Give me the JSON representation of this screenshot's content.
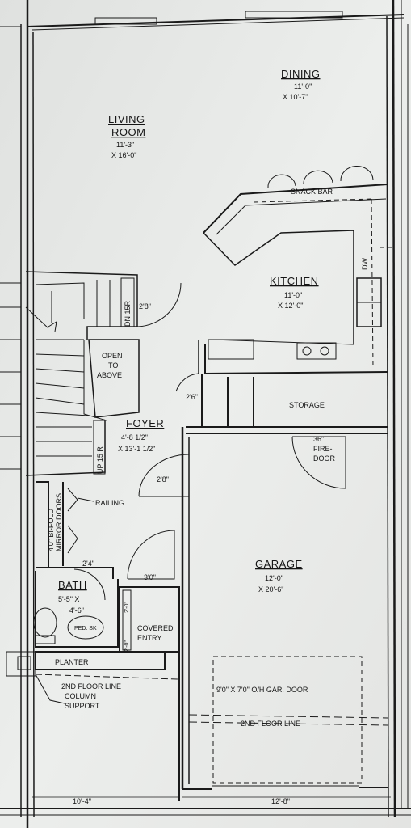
{
  "rooms": {
    "dining": {
      "name": "DINING",
      "dim1": "11'-0\"",
      "dim2": "X 10'-7\""
    },
    "living": {
      "name": "LIVING",
      "name2": "ROOM",
      "dim1": "11'-3\"",
      "dim2": "X 16'-0\""
    },
    "kitchen": {
      "name": "KITCHEN",
      "dim1": "11'-0\"",
      "dim2": "X 12'-0\""
    },
    "foyer": {
      "name": "FOYER",
      "dim1": "4'-8 1/2\"",
      "dim2": "X 13'-1 1/2\""
    },
    "garage": {
      "name": "GARAGE",
      "dim1": "12'-0\"",
      "dim2": "X 20'-6\""
    },
    "bath": {
      "name": "BATH",
      "dim1": "5'-5\" X",
      "dim2": "4'-6\""
    }
  },
  "labels": {
    "snack_bar": "SNACK BAR",
    "dw": "DW",
    "storage": "STORAGE",
    "fire_door_1": "36\"",
    "fire_door_2": "FIRE-",
    "fire_door_3": "DOOR",
    "open_to_above_1": "OPEN",
    "open_to_above_2": "TO",
    "open_to_above_3": "ABOVE",
    "dn_stair": "DN 15R",
    "up_stair": "UP 15 R",
    "railing": "RAILING",
    "bifold_1": "4'0\" BI-FOLD",
    "bifold_2": "MIRROR DOORS",
    "ped_sink": "PED. SK",
    "covered_entry_1": "COVERED",
    "covered_entry_2": "ENTRY",
    "planter": "PLANTER",
    "second_floor_line_left": "2ND FLOOR LINE",
    "column_1": "COLUMN",
    "column_2": "SUPPORT",
    "garage_door": "9'0\" X 7'0\" O/H GAR. DOOR",
    "second_floor_line_right": "2ND FLOOR LINE"
  },
  "doors": {
    "d1": "2'8\"",
    "d2": "2'6\"",
    "d3": "2'8\"",
    "d4": "2'4\"",
    "d5": "3'0\"",
    "d6": "2'-0\"",
    "d7": "2'-0\""
  },
  "dims": {
    "left_width": "10'-4\"",
    "right_width": "12'-8\""
  }
}
